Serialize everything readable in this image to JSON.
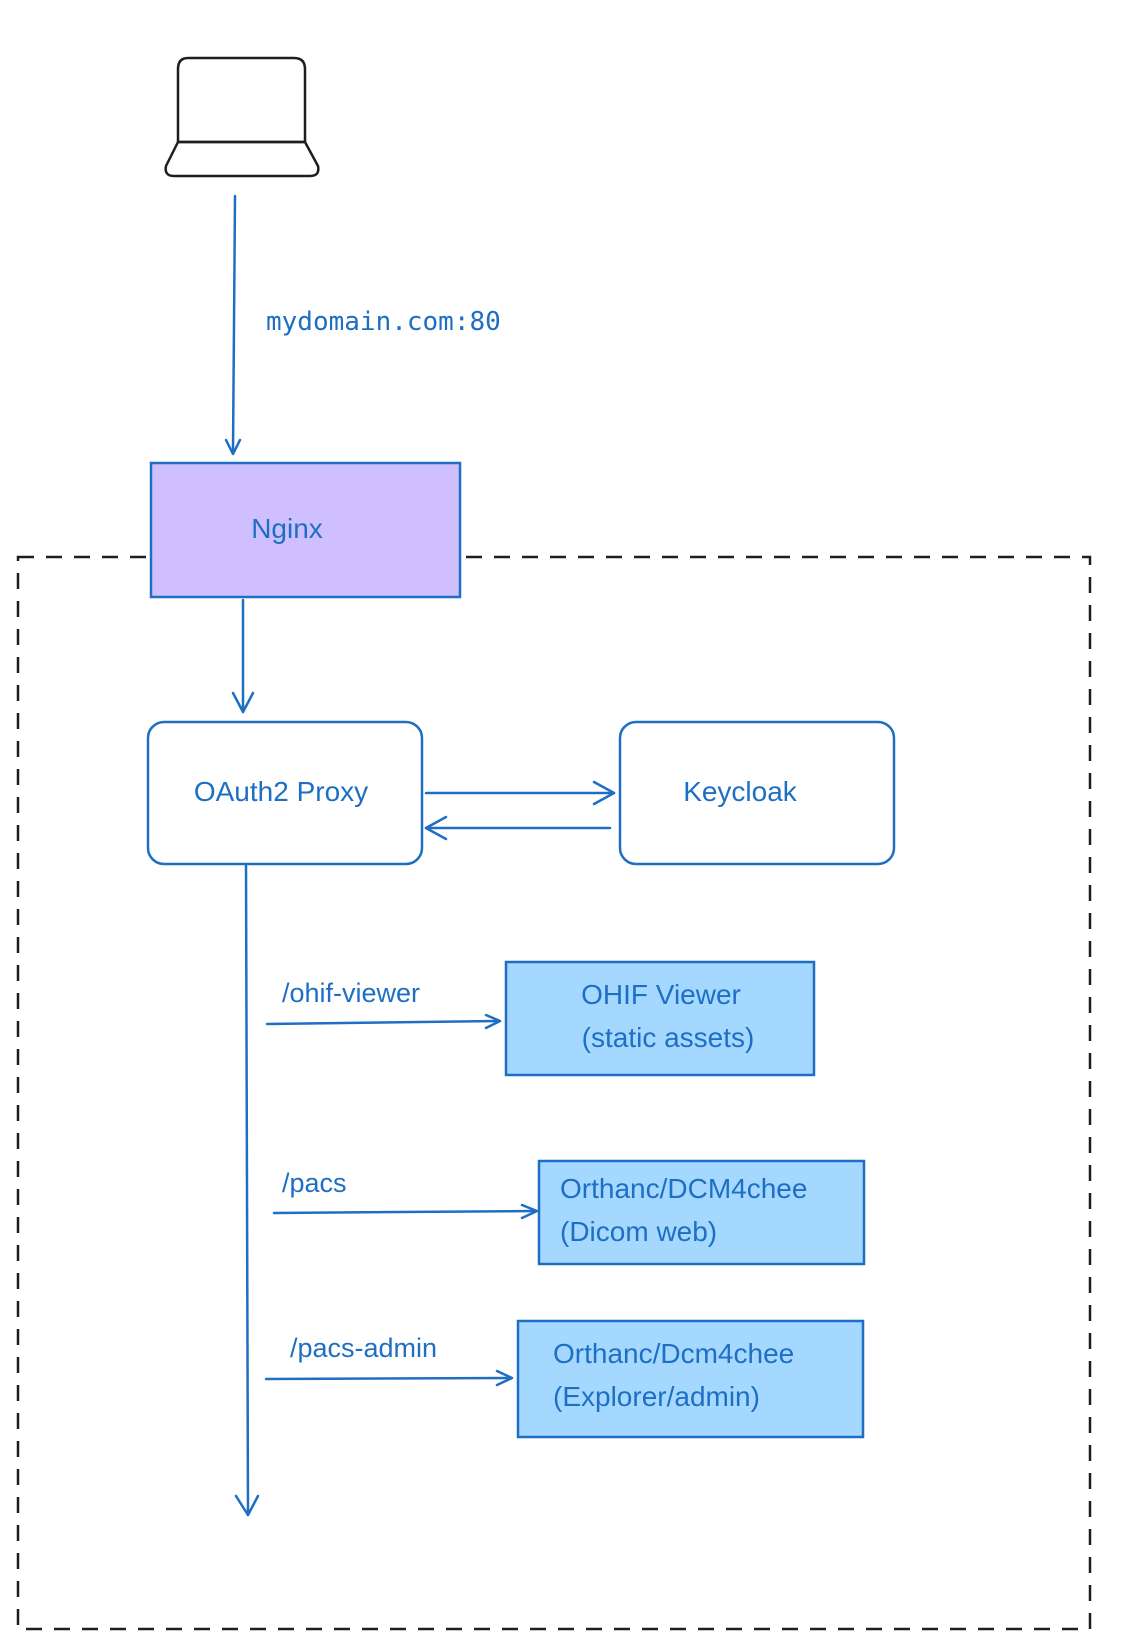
{
  "colors": {
    "accent": "#1e6fc4",
    "nginx_fill": "#d0bfff",
    "service_fill": "#a5d8ff",
    "white_fill": "#ffffff",
    "boundary": "#1e1e1e",
    "client_icon": "#1e1e1e"
  },
  "client": {
    "icon": "laptop-icon"
  },
  "edges": {
    "client_to_nginx": {
      "label": "mydomain.com:80"
    },
    "route_ohif": {
      "label": "/ohif-viewer"
    },
    "route_pacs": {
      "label": "/pacs"
    },
    "route_pacs_admin": {
      "label": "/pacs-admin"
    }
  },
  "nodes": {
    "nginx": {
      "label": "Nginx"
    },
    "oauth2_proxy": {
      "label": "OAuth2 Proxy"
    },
    "keycloak": {
      "label": "Keycloak"
    },
    "ohif_viewer": {
      "line1": "OHIF Viewer",
      "line2": "(static assets)"
    },
    "orthanc_dicomweb": {
      "line1": "Orthanc/DCM4chee",
      "line2": "(Dicom web)"
    },
    "orthanc_admin": {
      "line1": "Orthanc/Dcm4chee",
      "line2": "(Explorer/admin)"
    }
  }
}
